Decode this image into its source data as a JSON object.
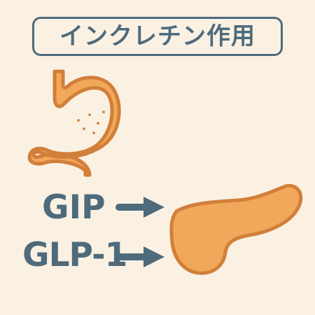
{
  "title": "インクレチン作用",
  "hormones": [
    {
      "label": "GIP"
    },
    {
      "label": "GLP-1"
    }
  ],
  "icons": {
    "stomach": "stomach-icon",
    "pancreas": "pancreas-icon",
    "arrow": "right-arrow-icon"
  },
  "colors": {
    "background": "#fbf1e3",
    "text": "#4e6b7c",
    "organ_fill": "#f1a85b",
    "organ_outline": "#d27f3a",
    "organ_dots": "#d68d4a"
  }
}
